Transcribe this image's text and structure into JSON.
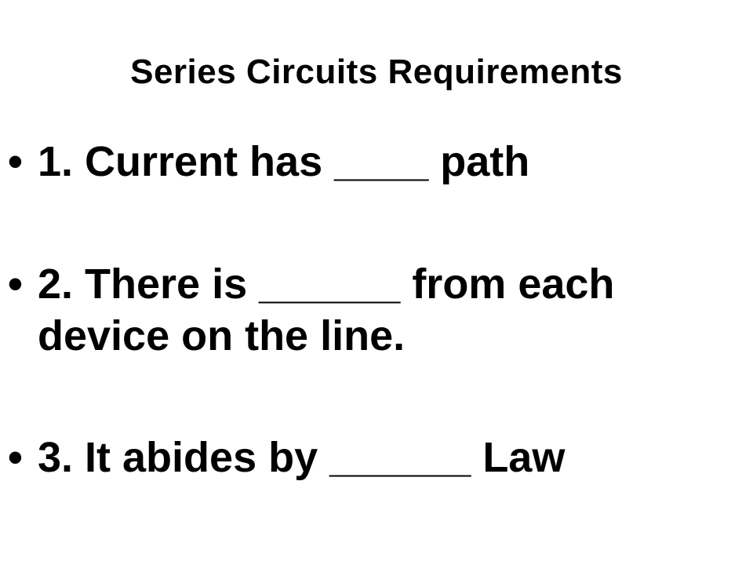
{
  "slide": {
    "title": "Series Circuits Requirements",
    "bullet_symbol": "•",
    "items": [
      "1. Current has ____ path",
      "2. There is ______ from each\ndevice on the line.",
      "3. It abides by ______ Law"
    ]
  },
  "colors": {
    "background": "#ffffff",
    "text": "#000000"
  }
}
